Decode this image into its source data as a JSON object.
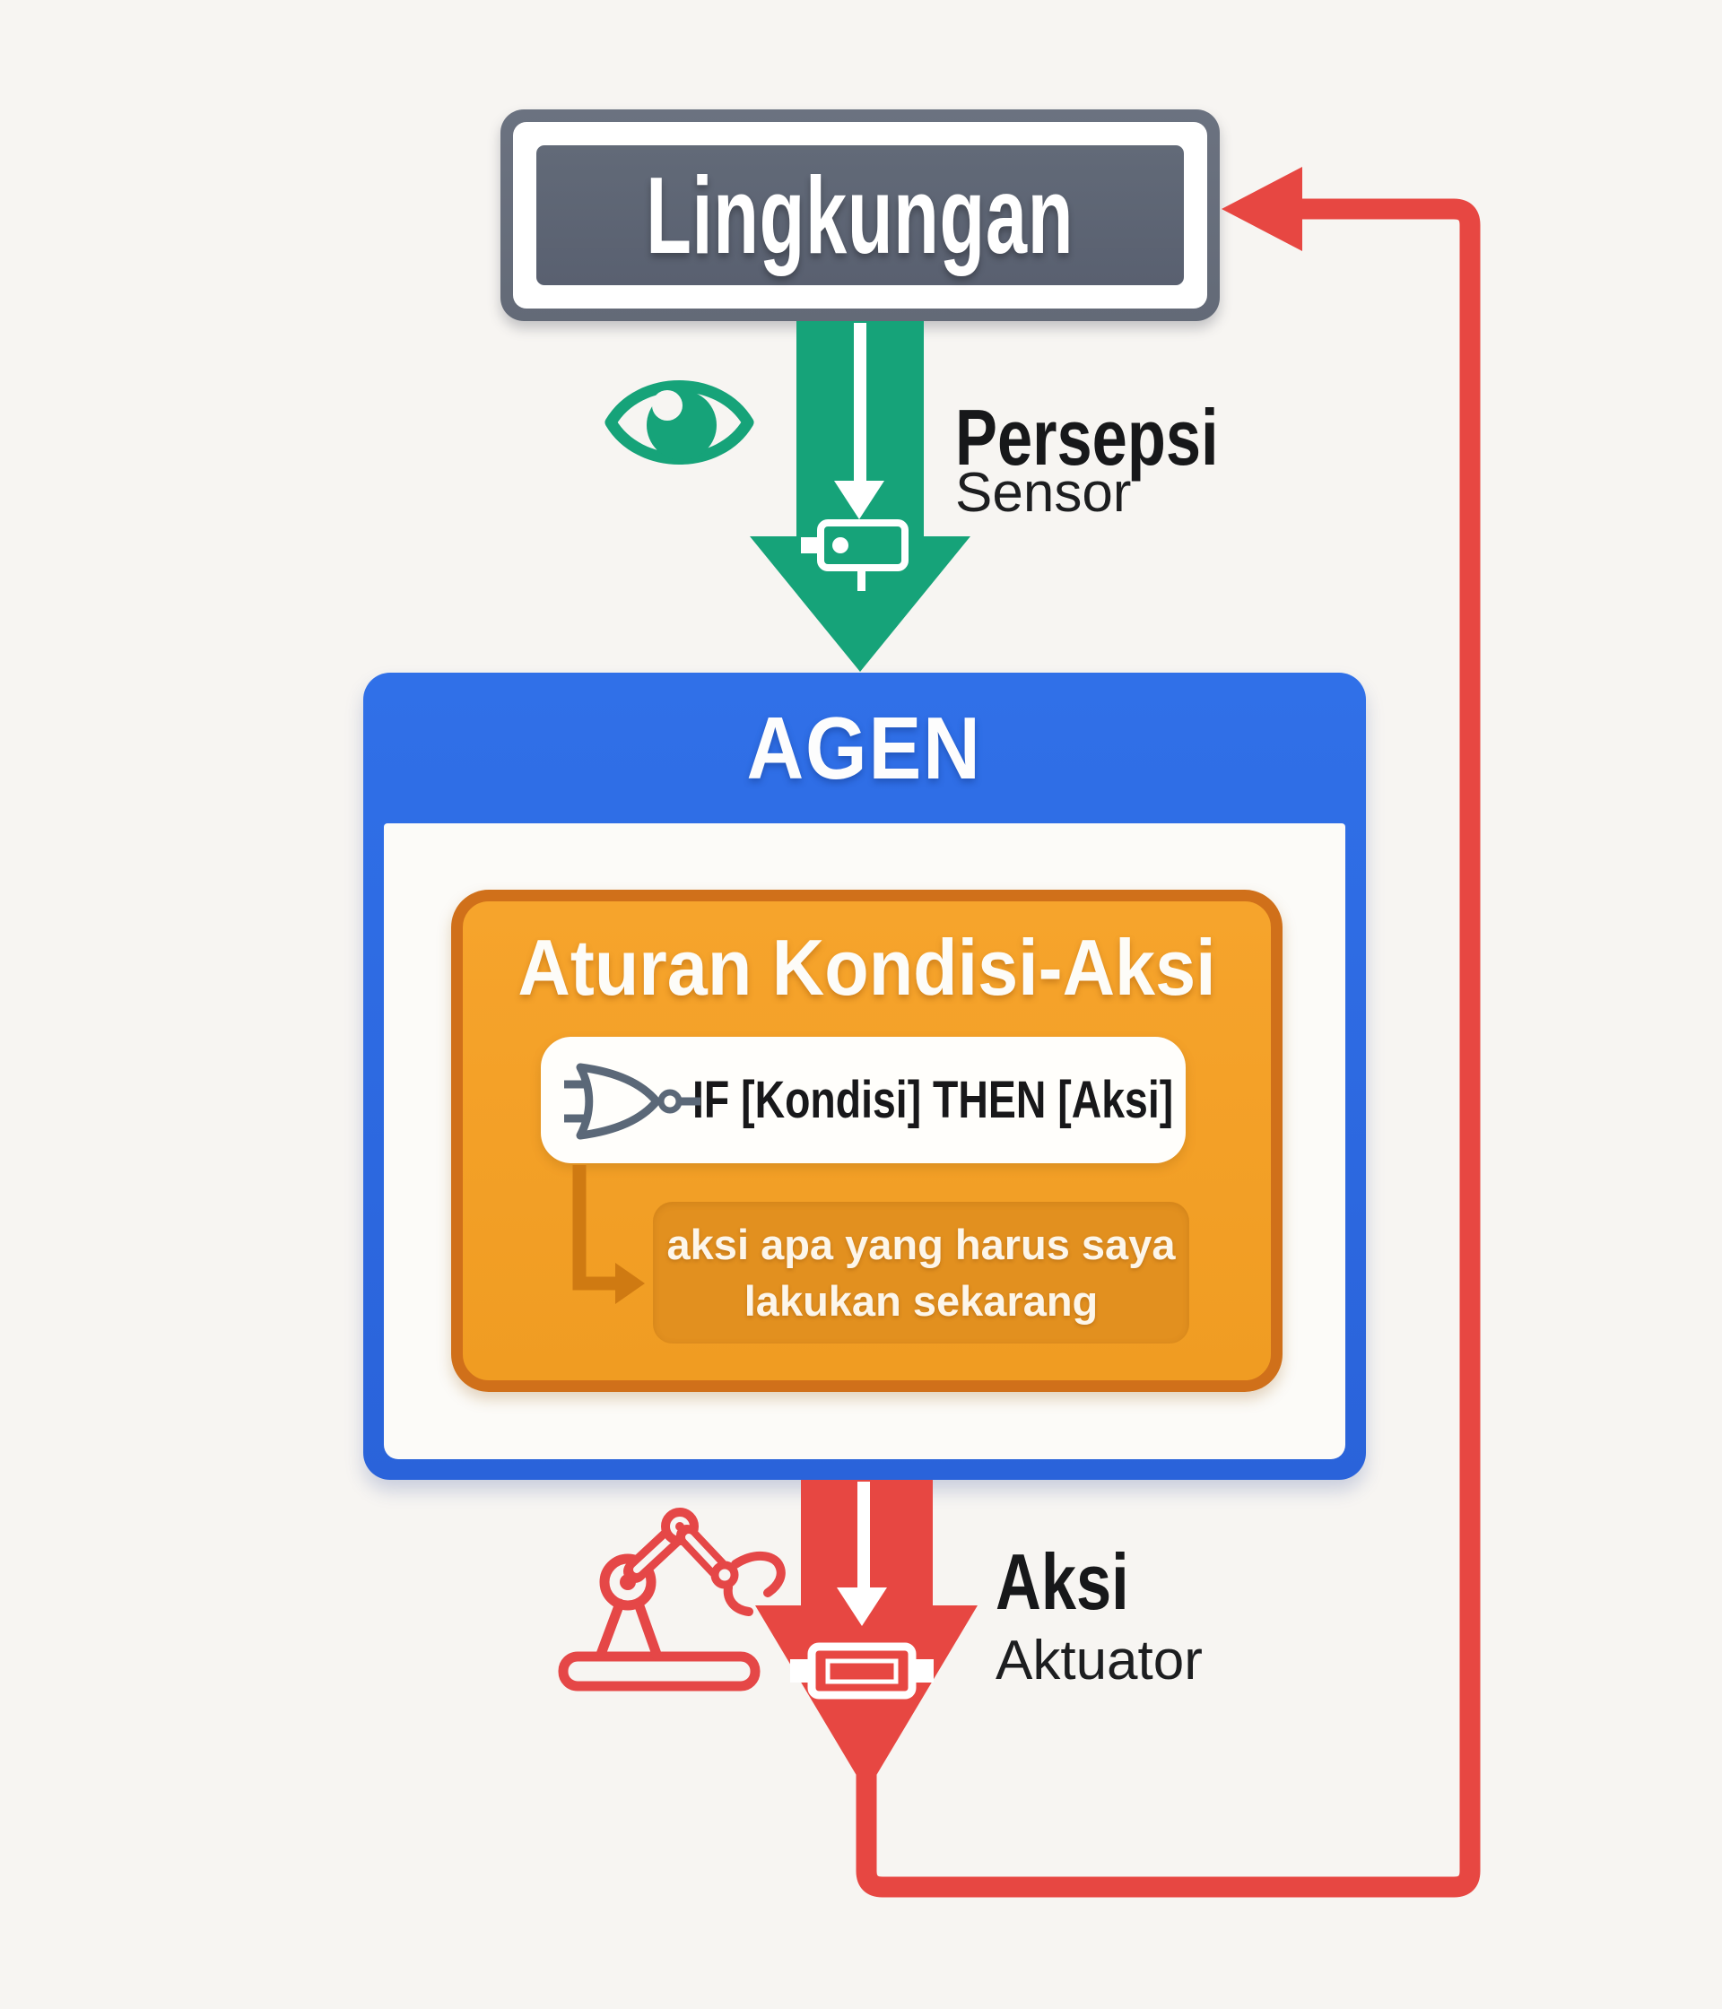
{
  "environment": {
    "label": "Lingkungan"
  },
  "perception": {
    "label": "Persepsi",
    "sublabel": "Sensor"
  },
  "agent": {
    "label": "AGEN"
  },
  "rules": {
    "title": "Aturan Kondisi-Aksi",
    "condition_rule": "IF [Kondisi] THEN [Aksi]",
    "note_line1": "aksi apa yang harus saya",
    "note_line2": "lakukan sekarang"
  },
  "action": {
    "label": "Aksi",
    "sublabel": "Aktuator"
  },
  "icons": {
    "eye": "eye-icon",
    "sensor": "sensor-icon",
    "logic_gate": "logic-gate-icon",
    "robot_arm": "robot-arm-icon",
    "actuator": "actuator-icon"
  },
  "colors": {
    "background": "#f7f5f2",
    "environment_gray": "#5d6471",
    "agent_blue": "#2d6ae2",
    "perception_green": "#16a379",
    "action_red": "#e74742",
    "rule_orange": "#f4a02a",
    "rule_orange_border": "#d0701a",
    "rule_note_orange": "#e2901f",
    "gate_slate": "#5b6878",
    "text_black": "#17181a"
  }
}
